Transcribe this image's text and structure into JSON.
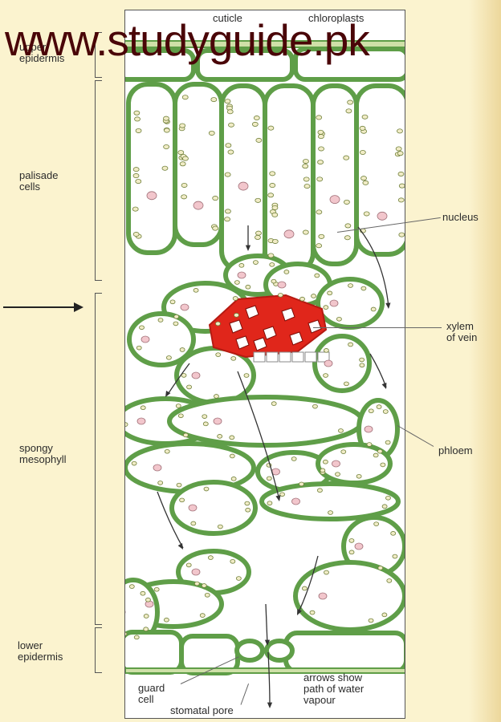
{
  "labels": {
    "cuticle": "cuticle",
    "chloroplasts": "chloroplasts",
    "upper_epidermis": "upper\nepidermis",
    "palisade": "palisade\ncells",
    "nucleus": "nucleus",
    "xylem": "xylem\nof vein",
    "spongy": "spongy\nmesophyll",
    "phloem": "phloem",
    "lower_epidermis": "lower\nepidermis",
    "guard_cell": "guard\ncell",
    "stomatal_pore": "stomatal pore",
    "arrows_note": "arrows show\npath of water\nvapour"
  },
  "watermark": "www.studyguide.pk",
  "colors": {
    "cell_wall": "#5f9e48",
    "xylem": "#e0261b",
    "background": "#fbf3cf",
    "chloroplast": "#f1ecc6",
    "nucleus": "#f2c6cc",
    "watermark": "#4a0508"
  },
  "icons": {
    "incoming_arrow": "arrow-right-icon"
  }
}
